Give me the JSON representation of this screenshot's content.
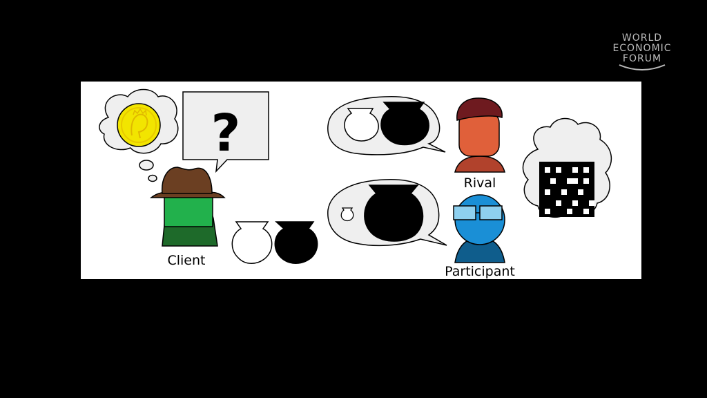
{
  "logo": {
    "line1": "WORLD",
    "line2": "ECONOMIC",
    "line3": "FORUM"
  },
  "labels": {
    "client": "Client",
    "rival": "Rival",
    "participant": "Participant"
  },
  "speech": {
    "client_mark": "?"
  },
  "colors": {
    "background": "#000000",
    "panel": "#ffffff",
    "client_hat": "#6b3f22",
    "client_body": "#1e6a2a",
    "client_face": "#22b14c",
    "coin": "#f2e500",
    "rival_hat": "#6e1a1f",
    "rival_face": "#e0603a",
    "rival_body": "#b1422c",
    "participant_face": "#1a8fd6",
    "participant_body": "#0f5d8c",
    "glasses": "#8ed0ef"
  },
  "icons": [
    "coin-icon",
    "question-mark-icon",
    "pot-icon",
    "qr-code-icon",
    "logo-icon"
  ]
}
